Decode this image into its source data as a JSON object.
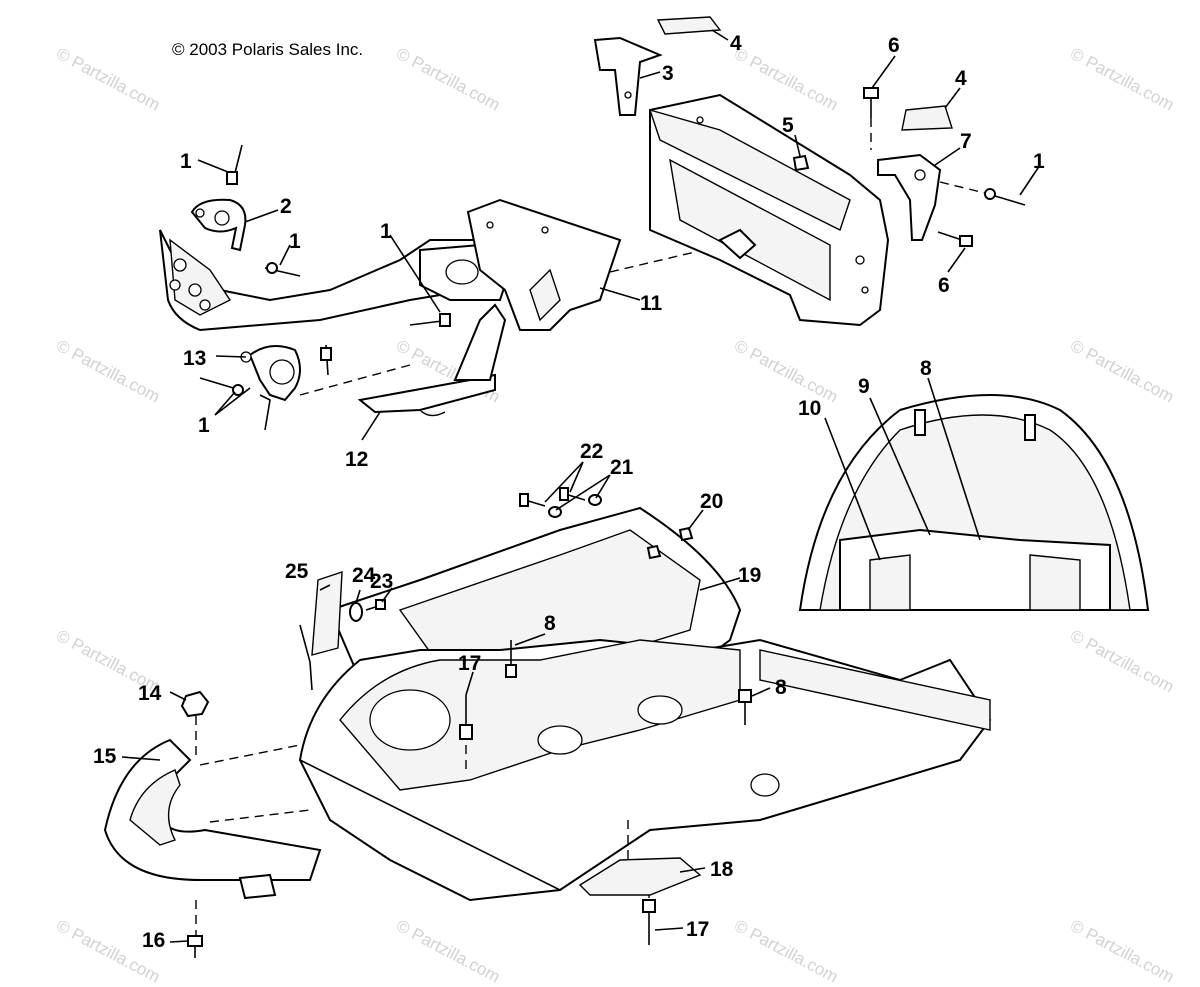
{
  "copyright": "© 2003 Polaris Sales Inc.",
  "watermark": "© Partzilla.com",
  "center_watermark": "© Partzilla.com",
  "callouts": [
    {
      "id": "c1a",
      "label": "1"
    },
    {
      "id": "c2",
      "label": "2"
    },
    {
      "id": "c1b",
      "label": "1"
    },
    {
      "id": "c1c",
      "label": "1"
    },
    {
      "id": "c13",
      "label": "13"
    },
    {
      "id": "c1d",
      "label": "1"
    },
    {
      "id": "c12",
      "label": "12"
    },
    {
      "id": "c11",
      "label": "11"
    },
    {
      "id": "c3",
      "label": "3"
    },
    {
      "id": "c4a",
      "label": "4"
    },
    {
      "id": "c5",
      "label": "5"
    },
    {
      "id": "c6a",
      "label": "6"
    },
    {
      "id": "c4b",
      "label": "4"
    },
    {
      "id": "c7",
      "label": "7"
    },
    {
      "id": "c1e",
      "label": "1"
    },
    {
      "id": "c6b",
      "label": "6"
    },
    {
      "id": "c9",
      "label": "9"
    },
    {
      "id": "c8a",
      "label": "8"
    },
    {
      "id": "c10",
      "label": "10"
    },
    {
      "id": "c22",
      "label": "22"
    },
    {
      "id": "c21",
      "label": "21"
    },
    {
      "id": "c20",
      "label": "20"
    },
    {
      "id": "c19",
      "label": "19"
    },
    {
      "id": "c25",
      "label": "25"
    },
    {
      "id": "c24",
      "label": "24"
    },
    {
      "id": "c23",
      "label": "23"
    },
    {
      "id": "c8b",
      "label": "8"
    },
    {
      "id": "c17a",
      "label": "17"
    },
    {
      "id": "c8c",
      "label": "8"
    },
    {
      "id": "c14",
      "label": "14"
    },
    {
      "id": "c15",
      "label": "15"
    },
    {
      "id": "c18",
      "label": "18"
    },
    {
      "id": "c17b",
      "label": "17"
    },
    {
      "id": "c16",
      "label": "16"
    }
  ]
}
